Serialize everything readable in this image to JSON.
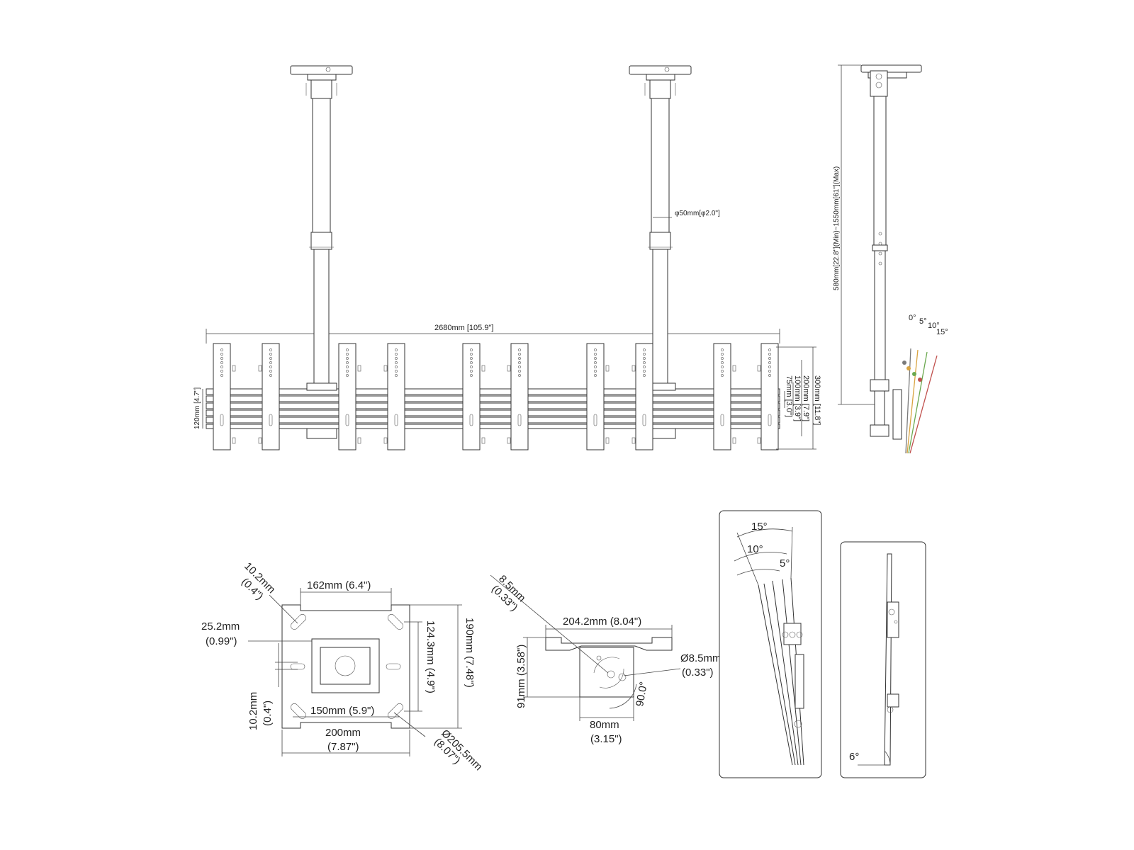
{
  "front_view": {
    "total_width": "2680mm [105.9\"]",
    "pole_diameter": "φ50mm[φ2.0\"]",
    "bar_height": "120mm [4.7\"]",
    "vesa_300": "300mm [11.8\"]",
    "vesa_200": "200mm [7.9\"]",
    "vesa_100": "100mm [3.9\"]",
    "vesa_75": "75mm [3.0\"]"
  },
  "side_view": {
    "height_range": "580mm[22.8\"](Min)~1550mm[61\"](Max)",
    "tilt_angles": [
      "0°",
      "5°",
      "10°",
      "15°"
    ],
    "tilt_colors": [
      "#7a7a7a",
      "#d9a441",
      "#6aa84f",
      "#c0504d"
    ]
  },
  "ceiling_plate_top": {
    "slot_width": "10.2mm",
    "slot_width_in": "(0.4\")",
    "top_width": "162mm (6.4\")",
    "edge_offset": "25.2mm",
    "edge_offset_in": "(0.99\")",
    "slot_height": "10.2mm",
    "slot_height_in": "(0.4\")",
    "inner_height": "124.3mm (4.9\")",
    "outer_height": "190mm  (7.48\")",
    "inner_width": "150mm (5.9\")",
    "outer_width": "200mm",
    "outer_width_in": "(7.87\")",
    "diagonal": "Ø205.5mm",
    "diagonal_in": "(8.07\")"
  },
  "ceiling_plate_side": {
    "hole_size": "8.5mm",
    "hole_size_in": "(0.33\")",
    "width": "204.2mm (8.04\")",
    "height": "91mm (3.58\")",
    "hole_dia": "Ø8.5mm",
    "hole_dia_in": "(0.33\")",
    "angle": "90.0°",
    "bottom_width": "80mm",
    "bottom_width_in": "(3.15\")"
  },
  "tilt_detail": {
    "angle_15": "15°",
    "angle_10": "10°",
    "angle_5": "5°"
  },
  "fixed_detail": {
    "angle_6": "6°"
  }
}
